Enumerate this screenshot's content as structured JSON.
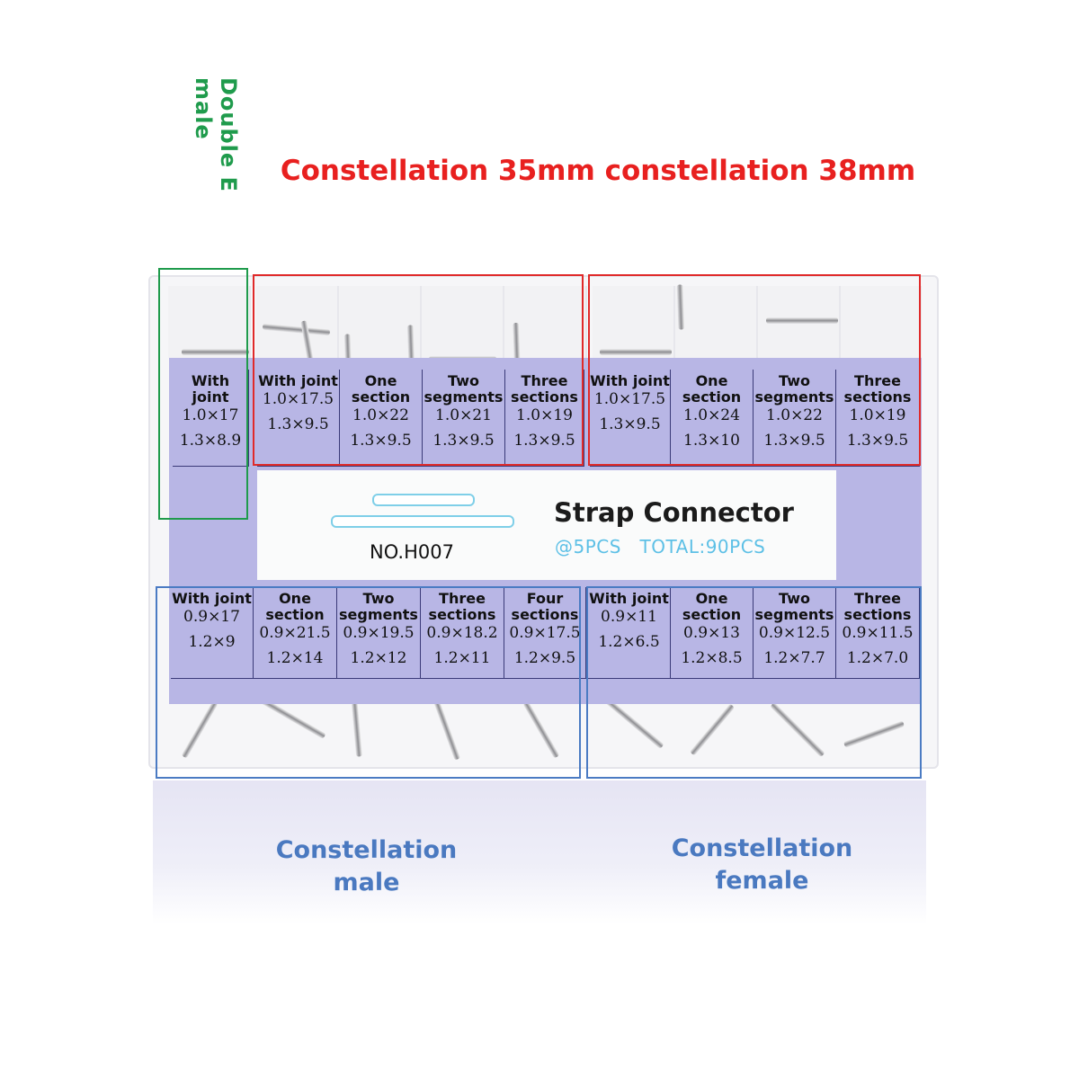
{
  "header": {
    "title": "Constellation 35mm constellation 38mm",
    "side_label": "Double E male"
  },
  "product": {
    "name": "Strap Connector",
    "quantity_line": "@5PCS   TOTAL:90PCS",
    "model": "NO.H007"
  },
  "top_row": [
    {
      "name": "With joint",
      "spec1": "1.0×17",
      "spec2": "1.3×8.9"
    },
    {
      "name": "With joint",
      "spec1": "1.0×17.5",
      "spec2": "1.3×9.5"
    },
    {
      "name": "One section",
      "spec1": "1.0×22",
      "spec2": "1.3×9.5"
    },
    {
      "name": "Two segments",
      "spec1": "1.0×21",
      "spec2": "1.3×9.5"
    },
    {
      "name": "Three sections",
      "spec1": "1.0×19",
      "spec2": "1.3×9.5"
    },
    {
      "name": "With joint",
      "spec1": "1.0×17.5",
      "spec2": "1.3×9.5"
    },
    {
      "name": "One section",
      "spec1": "1.0×24",
      "spec2": "1.3×10"
    },
    {
      "name": "Two segments",
      "spec1": "1.0×22",
      "spec2": "1.3×9.5"
    },
    {
      "name": "Three sections",
      "spec1": "1.0×19",
      "spec2": "1.3×9.5"
    }
  ],
  "bottom_row": [
    {
      "name": "With joint",
      "spec1": "0.9×17",
      "spec2": "1.2×9"
    },
    {
      "name": "One section",
      "spec1": "0.9×21.5",
      "spec2": "1.2×14"
    },
    {
      "name": "Two segments",
      "spec1": "0.9×19.5",
      "spec2": "1.2×12"
    },
    {
      "name": "Three sections",
      "spec1": "0.9×18.2",
      "spec2": "1.2×11"
    },
    {
      "name": "Four sections",
      "spec1": "0.9×17.5",
      "spec2": "1.2×9.5"
    },
    {
      "name": "With joint",
      "spec1": "0.9×11",
      "spec2": "1.2×6.5"
    },
    {
      "name": "One section",
      "spec1": "0.9×13",
      "spec2": "1.2×8.5"
    },
    {
      "name": "Two segments",
      "spec1": "0.9×12.5",
      "spec2": "1.2×7.7"
    },
    {
      "name": "Three sections",
      "spec1": "0.9×11.5",
      "spec2": "1.2×7.0"
    }
  ],
  "footer_labels": {
    "male": "Constellation male",
    "female": "Constellation female"
  },
  "colors": {
    "title_red": "#e8201f",
    "side_green": "#1f9b4c",
    "label_blue": "#4a79c0",
    "band_lavender": "#b8b6e5",
    "accent_cyan": "#5dc0e6"
  }
}
